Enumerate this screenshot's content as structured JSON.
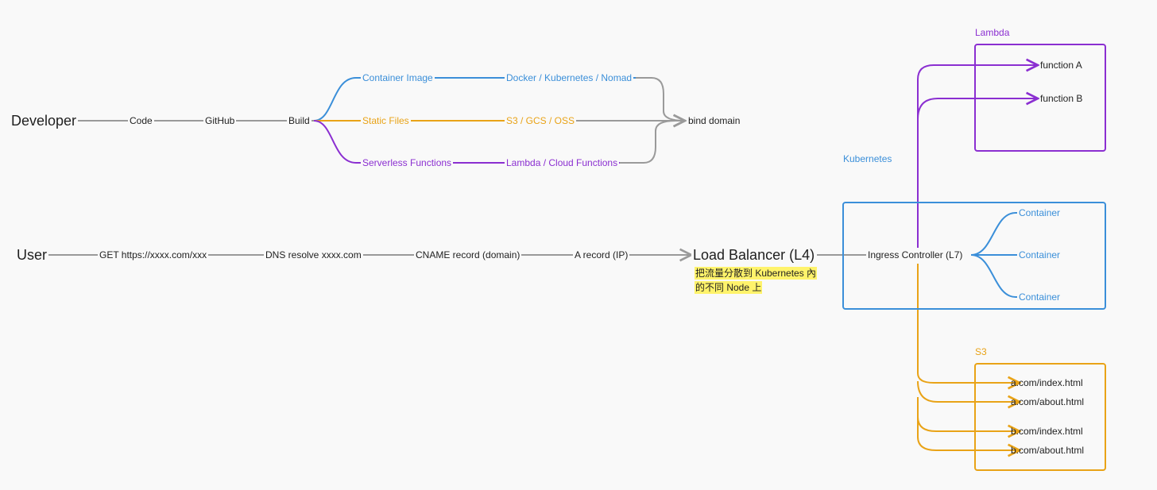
{
  "colors": {
    "gray": "#9a9a9a",
    "blue": "#3b8fd9",
    "orange": "#e9a317",
    "purple": "#8b2fd1",
    "highlight": "#fff36b"
  },
  "deploy": {
    "developer": "Developer",
    "code": "Code",
    "github": "GitHub",
    "build": "Build",
    "container_image": "Container Image",
    "static_files": "Static Files",
    "serverless_functions": "Serverless Functions",
    "docker": "Docker / Kubernetes / Nomad",
    "s3_gcs": "S3 / GCS / OSS",
    "lambda_cloud": "Lambda / Cloud Functions",
    "bind_domain": "bind domain"
  },
  "request": {
    "user": "User",
    "get": "GET https://xxxx.com/xxx",
    "dns": "DNS resolve xxxx.com",
    "cname": "CNAME record (domain)",
    "a_record": "A record (IP)",
    "load_balancer": "Load Balancer (L4)",
    "lb_note_line1": "把流量分散到 Kubernetes 內",
    "lb_note_line2": "的不同 Node 上"
  },
  "lambda": {
    "label": "Lambda",
    "functions": [
      "function A",
      "function B"
    ]
  },
  "kubernetes": {
    "label": "Kubernetes",
    "ingress": "Ingress Controller (L7)",
    "containers": [
      "Container",
      "Container",
      "Container"
    ]
  },
  "s3": {
    "label": "S3",
    "files": [
      "a.com/index.html",
      "a.com/about.html",
      "b.com/index.html",
      "b.com/about.html"
    ]
  }
}
